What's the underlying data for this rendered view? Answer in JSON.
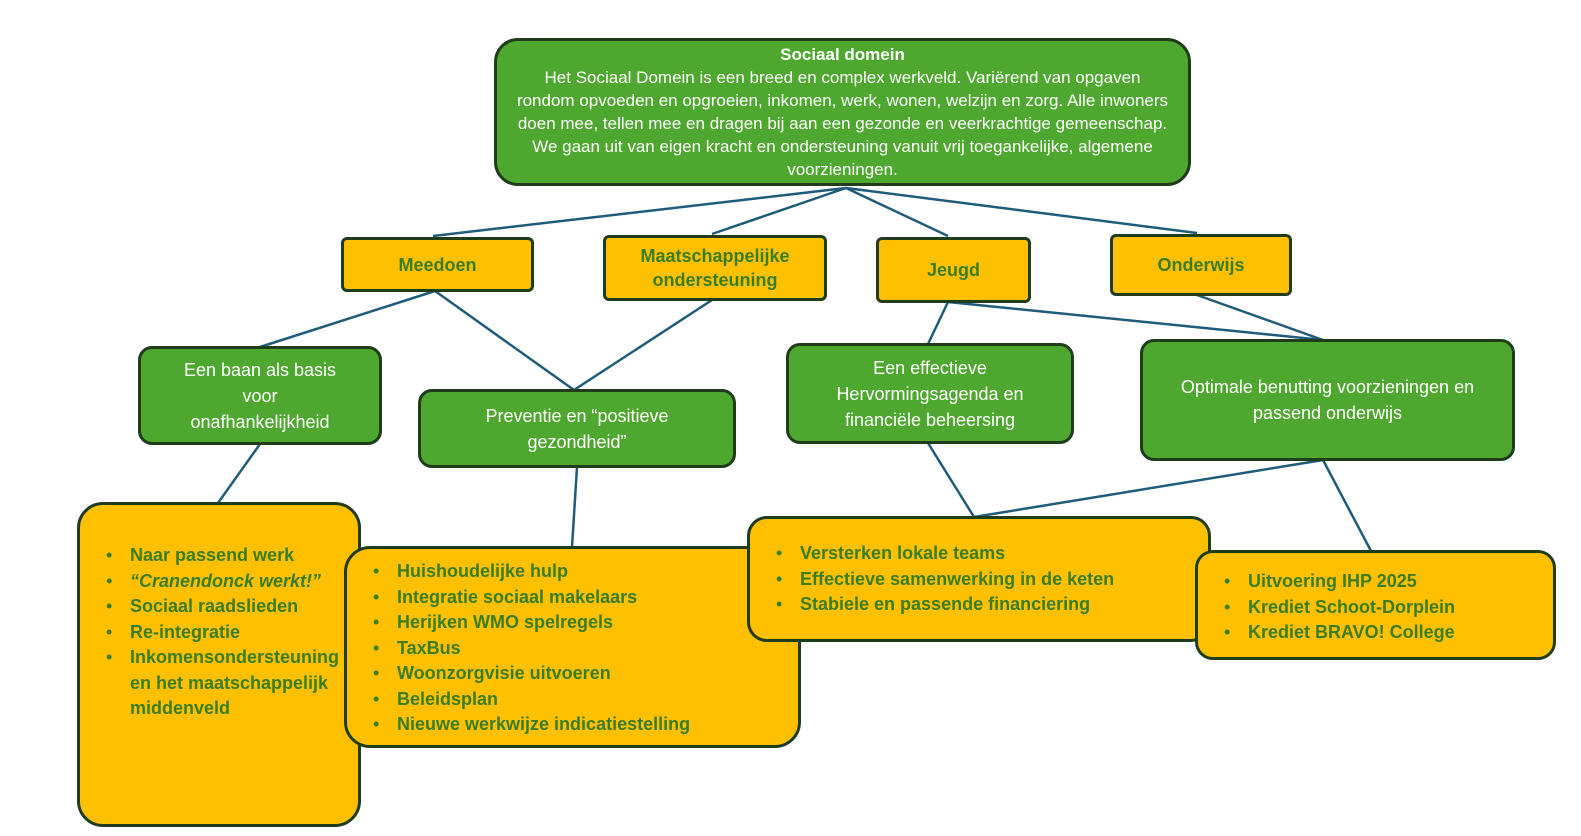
{
  "root": {
    "title": "Sociaal domein",
    "body": "Het Sociaal Domein is een breed en complex werkveld.  Variërend van opgaven rondom opvoeden en opgroeien, inkomen, werk, wonen, welzijn en zorg. Alle inwoners doen mee, tellen mee en dragen bij aan een gezonde en veerkrachtige gemeenschap. We gaan uit van eigen kracht en ondersteuning vanuit vrij toegankelijke, algemene voorzieningen."
  },
  "themes": [
    {
      "label": "Meedoen"
    },
    {
      "label": "Maatschappelijke ondersteuning"
    },
    {
      "label": "Jeugd"
    },
    {
      "label": "Onderwijs"
    }
  ],
  "goals": [
    {
      "label": "Een baan als basis voor onafhankelijkheid"
    },
    {
      "label": "Preventie en “positieve gezondheid”"
    },
    {
      "label": "Een  effectieve Hervormingsagenda  en financiële beheersing"
    },
    {
      "label": "Optimale benutting  voorzieningen en passend onderwijs"
    }
  ],
  "actions": [
    {
      "items": [
        "Naar passend werk",
        "“Cranendonck werkt!”",
        "Sociaal raadslieden",
        "Re-integratie",
        "Inkomensondersteuning en het maatschappelijk middenveld"
      ]
    },
    {
      "items": [
        "Huishoudelijke hulp",
        "Integratie sociaal makelaars",
        "Herijken WMO spelregels",
        "TaxBus",
        "Woonzorgvisie uitvoeren",
        "Beleidsplan",
        "Nieuwe werkwijze indicatiestelling"
      ]
    },
    {
      "items": [
        "Versterken lokale teams",
        "Effectieve samenwerking in de keten",
        "Stabiele en passende financiering"
      ]
    },
    {
      "items": [
        "Uitvoering IHP 2025",
        "Krediet Schoot-Dorplein",
        "Krediet BRAVO! College"
      ]
    }
  ],
  "colors": {
    "green": "#4ea72e",
    "yellow": "#ffc000",
    "connector": "#1f5c7a",
    "yellow_text": "#3a7d22"
  }
}
